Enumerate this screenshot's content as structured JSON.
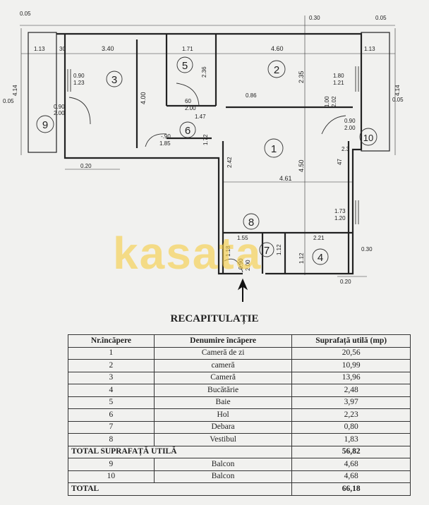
{
  "plan": {
    "dims": {
      "d005a": "0.05",
      "d030top": "0.30",
      "d005b": "0.05",
      "d113l": "1.13",
      "d30": "30",
      "d340": "3.40",
      "d171": "1.71",
      "d460": "4.60",
      "d113r": "1.13",
      "d414l": "4.14",
      "d090": "0.90",
      "d123": "1.23",
      "d400": "4.00",
      "d236": "2.36",
      "d235": "2.35",
      "d180": "1.80",
      "d121": "1.21",
      "d414r": "4.14",
      "d005l": "0.05",
      "d0902": "0.90",
      "d200l": "2.00",
      "d60": "60",
      "d200b": "2.00",
      "d086": "0.86",
      "d100": "1.00",
      "d202": "2.02",
      "d005r": "0.05",
      "d147": "1.47",
      "d0090": "0.90",
      "d200r": "2.00",
      "d90": "-.90",
      "d185": "1.85",
      "d172": "1.72",
      "d020l": "0.20",
      "d242": "2.42",
      "d23": "2.3",
      "d47": "47",
      "d450": "4.50",
      "d461": "4.61",
      "d173": "1.73",
      "d120": "1.20",
      "d155": "1.55",
      "d221": "2.21",
      "d118": "1.18",
      "d112a": "1.12",
      "d112b": "1.12",
      "d030r": "0.30",
      "d0090d": "0.90",
      "d200d": "2.00",
      "d020r": "0.20"
    },
    "rooms": [
      "1",
      "2",
      "3",
      "4",
      "5",
      "6",
      "7",
      "8",
      "9",
      "10"
    ]
  },
  "watermark": "kasata",
  "recap": {
    "title": "RECAPITULAȚIE",
    "headers": [
      "Nr.încăpere",
      "Denumire încăpere",
      "Suprafață utilă (mp)"
    ],
    "rows": [
      [
        "1",
        "Cameră de zi",
        "20,56"
      ],
      [
        "2",
        "cameră",
        "10,99"
      ],
      [
        "3",
        "Cameră",
        "13,96"
      ],
      [
        "4",
        "Bucătărie",
        "2,48"
      ],
      [
        "5",
        "Baie",
        "3,97"
      ],
      [
        "6",
        "Hol",
        "2,23"
      ],
      [
        "7",
        "Debara",
        "0,80"
      ],
      [
        "8",
        "Vestibul",
        "1,83"
      ]
    ],
    "total_util_label": "TOTAL SUPRAFAȚĂ UTILĂ",
    "total_util_value": "56,82",
    "balcony_rows": [
      [
        "9",
        "Balcon",
        "4,68"
      ],
      [
        "10",
        "Balcon",
        "4,68"
      ]
    ],
    "total_label": "TOTAL",
    "total_value": "66,18"
  }
}
